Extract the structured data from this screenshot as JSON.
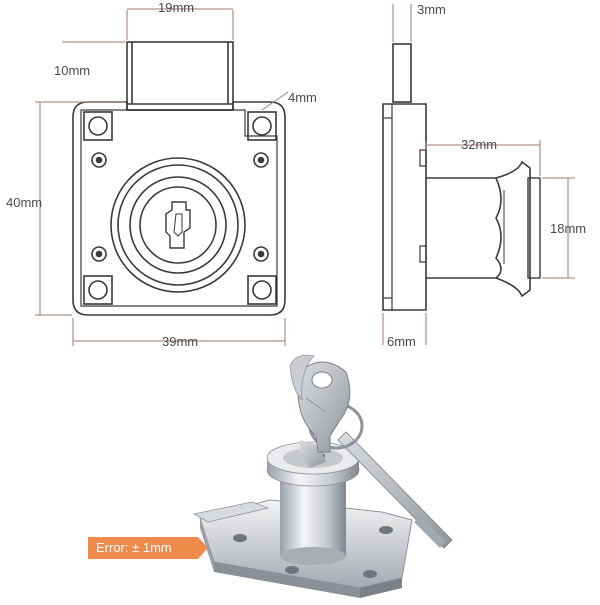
{
  "dimensions": {
    "front_top_width": "19mm",
    "front_tab_height": "10mm",
    "front_chamfer": "4mm",
    "front_height": "40mm",
    "front_width": "39mm",
    "side_tab_thickness": "3mm",
    "side_cylinder_length": "32mm",
    "side_cylinder_diameter": "18mm",
    "side_plate_thickness": "6mm"
  },
  "error_note": "Error: ± 1mm",
  "colors": {
    "line": "#3a3a3a",
    "dim_line": "#a07a6a",
    "accent": "#f08a4b",
    "metal_light": "#e6e8ea",
    "metal_dark": "#8f949a"
  }
}
